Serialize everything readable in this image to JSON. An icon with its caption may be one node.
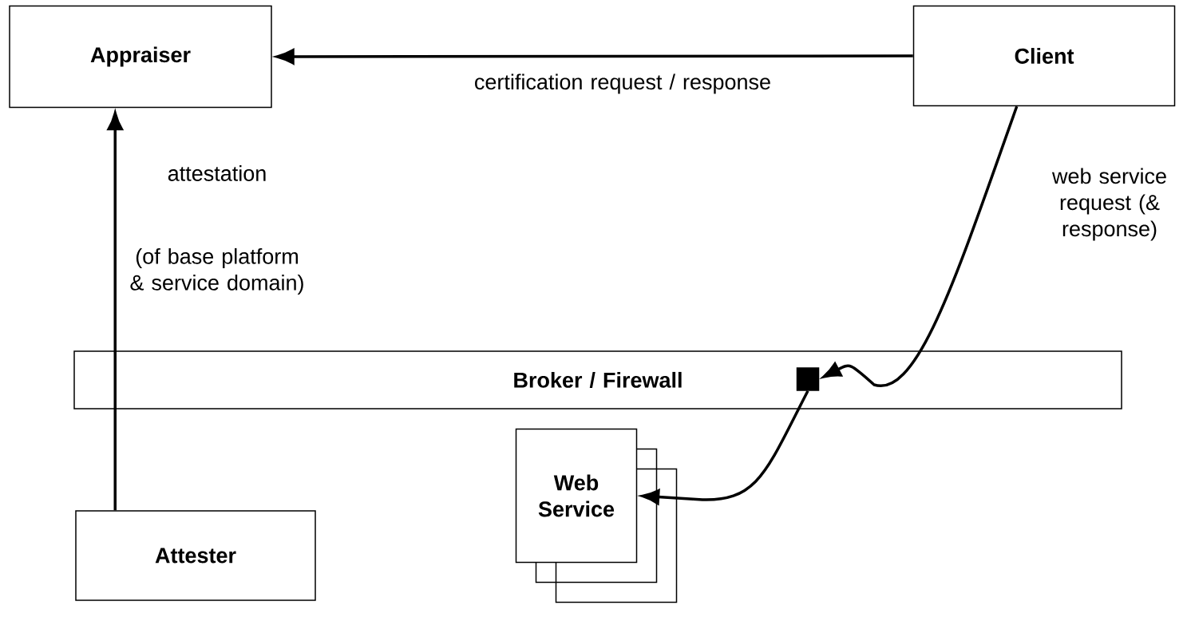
{
  "diagram": {
    "nodes": [
      {
        "text": [
          "Appraiser"
        ]
      },
      {
        "text": [
          "Client"
        ]
      },
      {
        "text": [
          "Broker / Firewall"
        ]
      },
      {
        "text": [],
        "shape": "box",
        "in": 2
      },
      {
        "text": [
          "Web Service"
        ]
      },
      {
        "text": [
          "Attester"
        ]
      }
    ],
    "edges": [
      {
        "from": 1,
        "to": 0,
        "arrow": "to",
        "label": "certification request / response"
      },
      {
        "from": 5,
        "to": 0,
        "arrow": "to",
        "label": "attestation"
      },
      {
        "from": 1,
        "to": 3,
        "arrow": "to",
        "label": "web service request (& response)"
      },
      {
        "from": 3,
        "to": 4,
        "arrow": "to"
      }
    ],
    "labels": [
      "(of base platform & service domain)"
    ]
  }
}
